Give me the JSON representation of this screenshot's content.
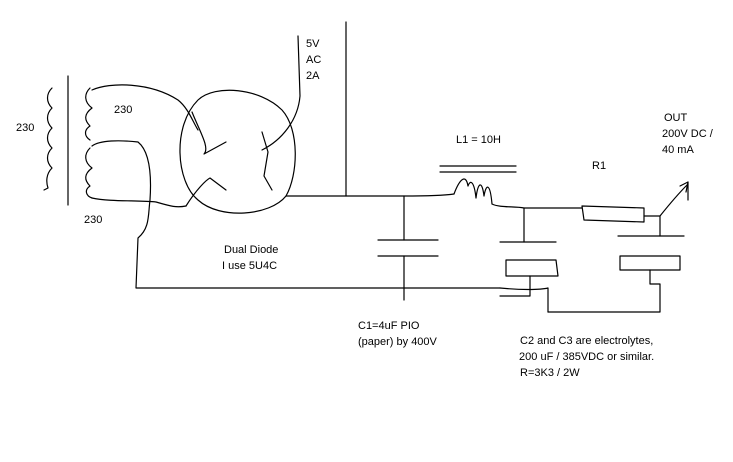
{
  "colors": {
    "background": "#ffffff",
    "ink": "#000000"
  },
  "labels": {
    "primary_voltage": "230",
    "secondary_top": "230",
    "secondary_bottom": "230",
    "filament_line1": "5V",
    "filament_line2": "AC",
    "filament_line3": "2A",
    "choke": "L1 = 10H",
    "resistor": "R1",
    "out_line1": "OUT",
    "out_line2": "200V DC /",
    "out_line3": "40 mA",
    "rectifier_line1": "Dual Diode",
    "rectifier_line2": "I use 5U4C",
    "c1_line1": "C1=4uF PIO",
    "c1_line2": "(paper) by 400V",
    "note_line1": "C2 and C3 are electrolytes,",
    "note_line2": " 200 uF / 385VDC or similar.",
    "note_line3": "R=3K3 / 2W"
  }
}
